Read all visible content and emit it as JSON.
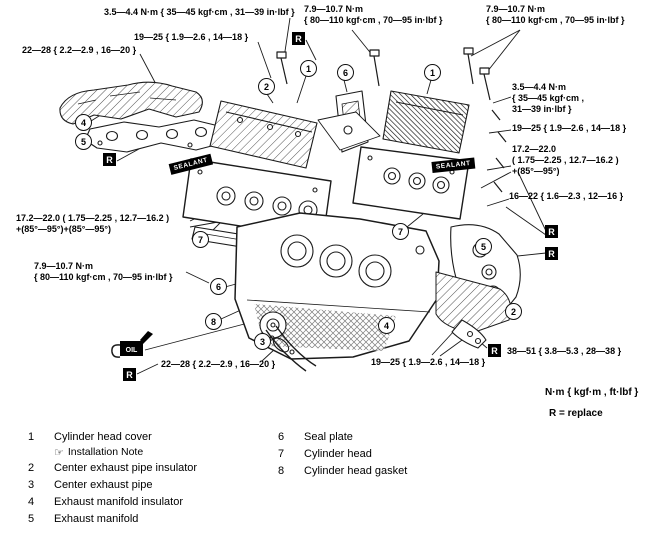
{
  "annotations": {
    "top_left_nm": {
      "line1": "3.5—4.4 N·m { 35—45 kgf·cm , 31—39 in·lbf }"
    },
    "top_left_1925": {
      "line1": "19—25 { 1.9—2.6 , 14—18 }"
    },
    "left_2228": {
      "line1": "22—28 { 2.2—2.9 , 16—20 }"
    },
    "top_mid_7910": {
      "line1": "7.9—10.7 N·m",
      "line2": "{ 80—110 kgf·cm , 70—95 in·lbf }"
    },
    "top_right_7910": {
      "line1": "7.9—10.7 N·m",
      "line2": "{ 80—110 kgf·cm , 70—95 in·lbf }"
    },
    "right_3544": {
      "line1": "3.5—4.4 N·m",
      "line2": "{ 35—45 kgf·cm ,",
      "line3": "31—39 in·lbf }"
    },
    "right_1925": {
      "line1": "19—25 { 1.9—2.6 , 14—18 }"
    },
    "right_1722": {
      "line1": "17.2—22.0",
      "line2": "( 1.75—2.25 , 12.7—16.2 )",
      "line3": "+(85°—95°)"
    },
    "right_1622": {
      "line1": "16—22 { 1.6—2.3 , 12—16 }"
    },
    "left_1722": {
      "line1": "17.2—22.0 ( 1.75—2.25 , 12.7—16.2 )",
      "line2": "+(85°—95°)+(85°—95°)"
    },
    "left_7910": {
      "line1": "7.9—10.7 N·m",
      "line2": "{ 80—110 kgf·cm , 70—95 in·lbf }"
    },
    "bottom_2228": {
      "line1": "22—28 { 2.2—2.9 , 16—20 }"
    },
    "bottom_1925": {
      "line1": "19—25 { 1.9—2.6 , 14—18 }"
    },
    "bottom_3851": {
      "line1": "38—51 { 3.8—5.3 , 28—38 }"
    }
  },
  "notes": {
    "units": "N·m { kgf·m , ft·lbf }",
    "replace": "R = replace",
    "r": "R",
    "sealant": "SEALANT",
    "oil": "OIL"
  },
  "icons": {
    "installation_note": "☞"
  },
  "callouts": [
    "4",
    "5",
    "2",
    "1",
    "6",
    "1",
    "7",
    "6",
    "8",
    "3",
    "7",
    "5",
    "4",
    "2"
  ],
  "legend": {
    "left": [
      {
        "num": "1",
        "label": "Cylinder head cover",
        "note": "Installation Note"
      },
      {
        "num": "2",
        "label": "Center exhaust pipe insulator"
      },
      {
        "num": "3",
        "label": "Center exhaust pipe"
      },
      {
        "num": "4",
        "label": "Exhaust manifold insulator"
      },
      {
        "num": "5",
        "label": "Exhaust manifold"
      }
    ],
    "right": [
      {
        "num": "6",
        "label": "Seal plate"
      },
      {
        "num": "7",
        "label": "Cylinder head"
      },
      {
        "num": "8",
        "label": "Cylinder head gasket"
      }
    ]
  }
}
